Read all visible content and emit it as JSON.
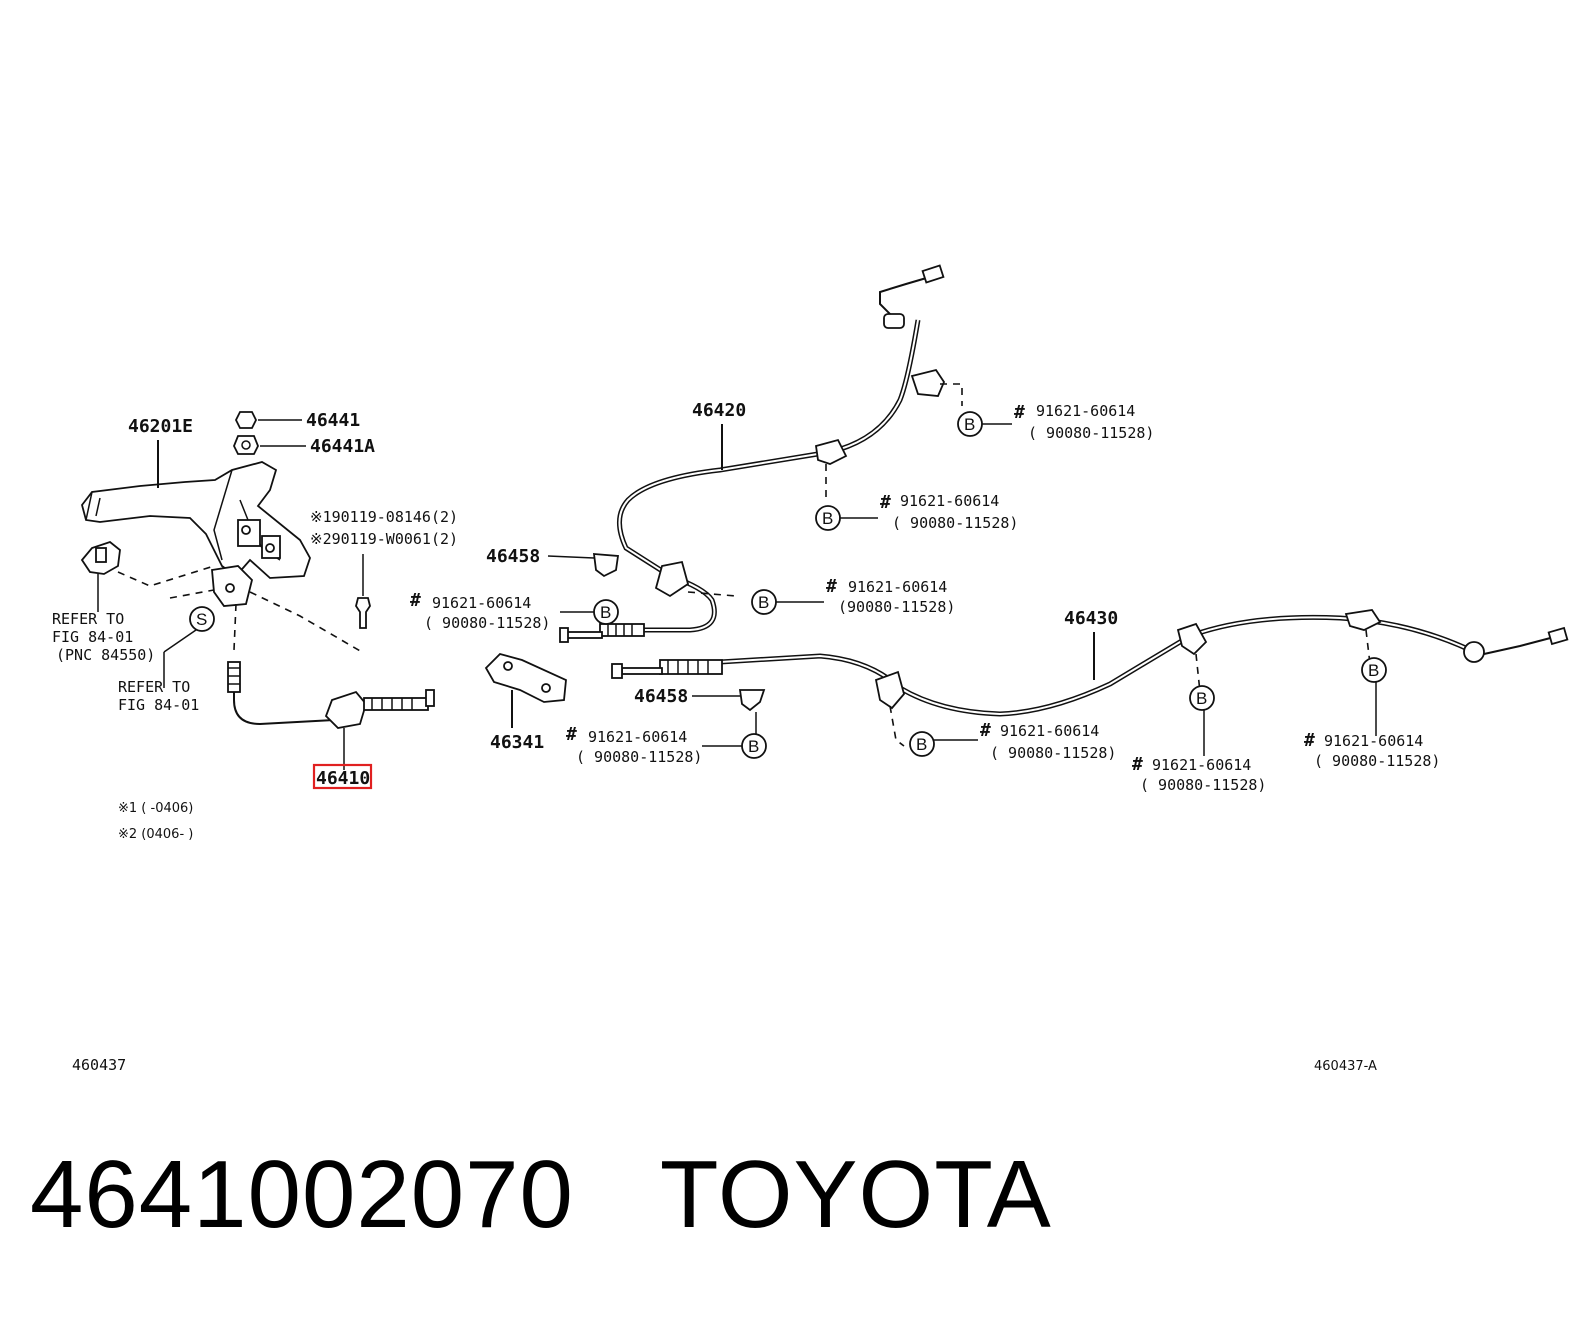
{
  "labels": {
    "p46201E": "46201E",
    "p46441": "46441",
    "p46441A": "46441A",
    "note1": "※190119-08146(2)",
    "note2": "※290119-W0061(2)",
    "refer1_l1": "REFER TO",
    "refer1_l2": "FIG 84-01",
    "refer1_l3": "(PNC 84550)",
    "refer2_l1": "REFER TO",
    "refer2_l2": "FIG 84-01",
    "p46410": "46410",
    "legend1": "※1 (      -0406)",
    "legend2": "※2 (0406-      )",
    "p46420": "46420",
    "p46458a": "46458",
    "p46458b": "46458",
    "p46341": "46341",
    "p46430": "46430",
    "code_left": "460437",
    "code_right": "460437-A"
  },
  "bolts": [
    {
      "part": "91621-60614",
      "alt": "( 90080-11528)"
    },
    {
      "part": "91621-60614",
      "alt": "( 90080-11528)"
    },
    {
      "part": "91621-60614",
      "alt": "( 90080-11528)"
    },
    {
      "part": "91621-60614",
      "alt": "(90080-11528)"
    },
    {
      "part": "91621-60614",
      "alt": "( 90080-11528)"
    },
    {
      "part": "91621-60614",
      "alt": "( 90080-11528)"
    },
    {
      "part": "91621-60614",
      "alt": "( 90080-11528)"
    },
    {
      "part": "91621-60614",
      "alt": "( 90080-11528)"
    }
  ],
  "symbols": {
    "hash": "#",
    "bubble_b": "B",
    "bubble_s": "S"
  },
  "caption": {
    "part_number": "4641002070",
    "brand": "TOYOTA"
  },
  "highlight": {
    "part": "46410",
    "color": "#e02020"
  }
}
